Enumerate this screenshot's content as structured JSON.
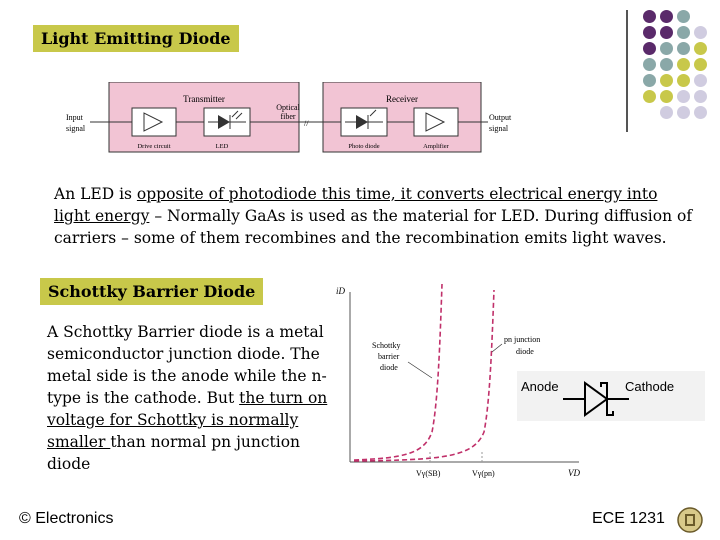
{
  "section1": {
    "title": "Light Emitting Diode",
    "diagram": {
      "transmitter_label": "Transmitter",
      "receiver_label": "Receiver",
      "input_label_1": "Input",
      "input_label_2": "signal",
      "output_label_1": "Output",
      "output_label_2": "signal",
      "fiber_label_1": "Optical",
      "fiber_label_2": "fiber",
      "drive_circuit": "Drive circuit",
      "led": "LED",
      "photo_diode": "Photo diode",
      "amplifier": "Amplifier"
    },
    "text_1": "An LED is ",
    "text_u1": "opposite of photodiode this time, it converts electrical energy into",
    "text_br": "light energy",
    "text_2": " – Normally GaAs is used as the material for LED. During diffusion of",
    "text_3": "carriers – some of them recombines and the recombination emits light waves."
  },
  "section2": {
    "title": "Schottky Barrier Diode",
    "line1": "A Schottky Barrier diode is a metal",
    "line2": "semiconductor junction diode. The",
    "line3": "metal side is the anode while the n-",
    "line4a": "type is the cathode. But ",
    "line4b": "the turn on",
    "line5": "voltage for Schottky is normally",
    "line6a": "smaller ",
    "line6b": "than normal pn junction",
    "line7": "diode",
    "graph": {
      "y_axis_label": "iD",
      "x_axis_label": "VD",
      "schottky_label_1": "Schottky",
      "schottky_label_2": "barrier",
      "schottky_label_3": "diode",
      "pn_label_1": "pn junction",
      "pn_label_2": "diode",
      "vt_sb": "Vγ(SB)",
      "vt_pn": "Vγ(pn)"
    },
    "symbol": {
      "anode": "Anode",
      "cathode": "Cathode"
    }
  },
  "footer": {
    "left": "© Electronics",
    "right": "ECE 1231"
  },
  "colors": {
    "accent_yellow": "#c8c84a",
    "purple": "#5a2a6a",
    "teal": "#8aa8a8",
    "lavender": "#d0cce0",
    "block_pink": "#f2c4d4",
    "curve": "#c0306a"
  }
}
